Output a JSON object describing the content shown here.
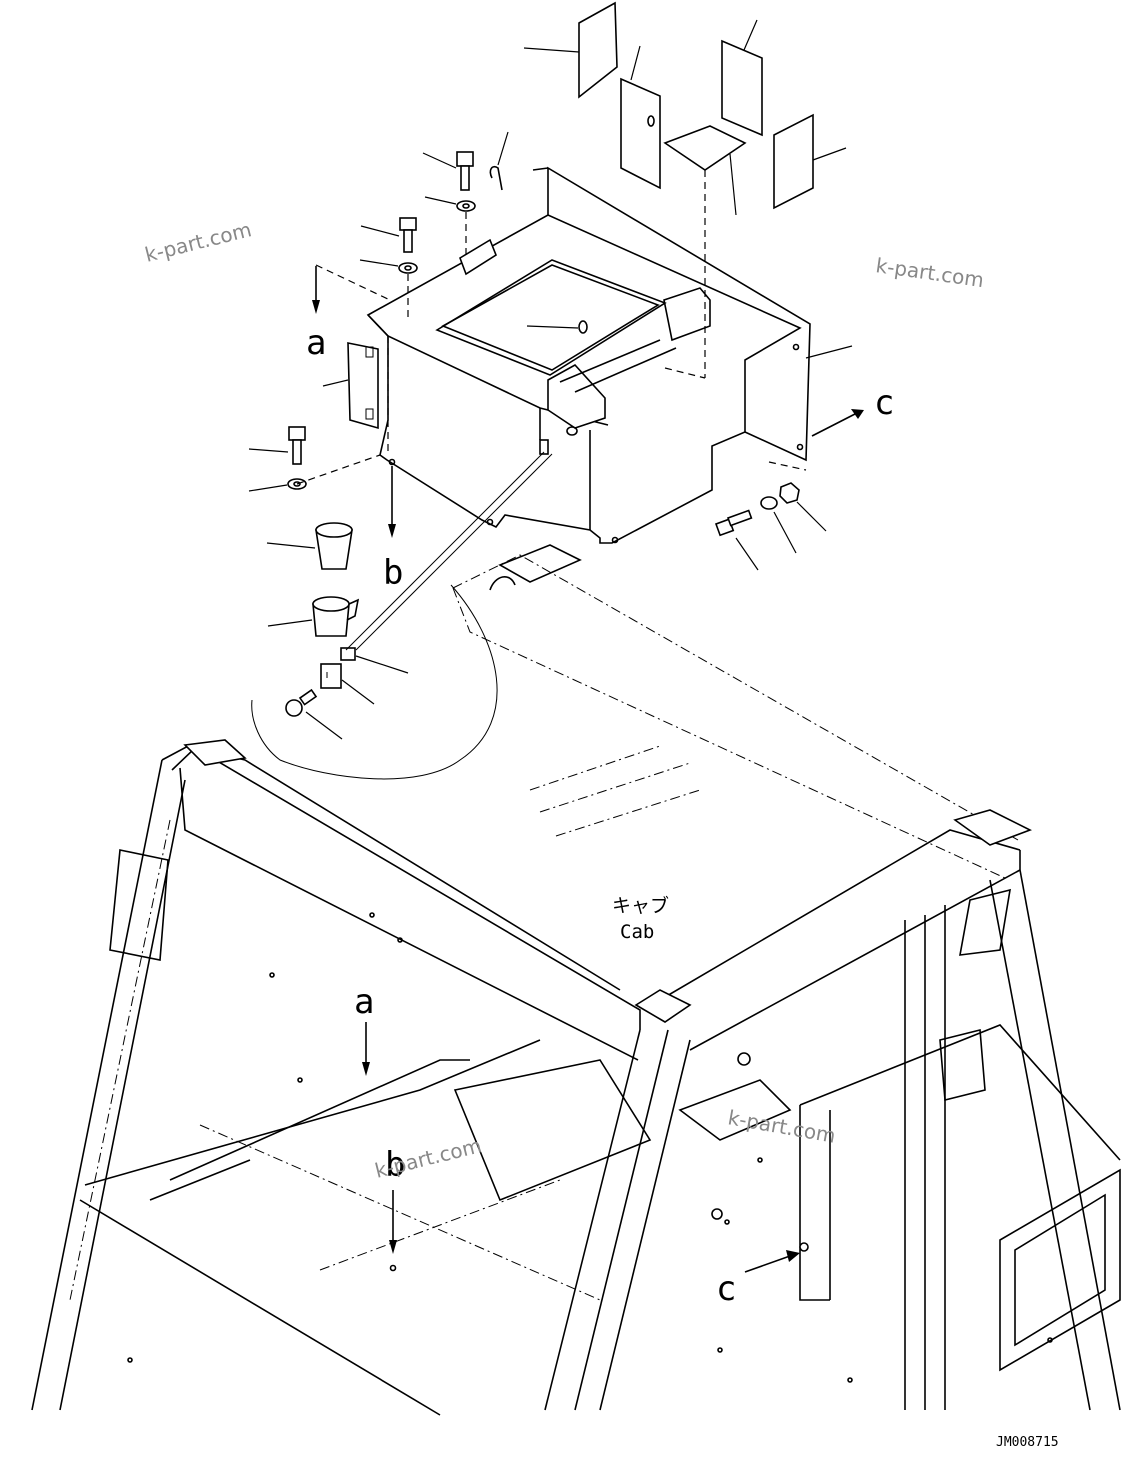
{
  "diagram": {
    "callouts": {
      "a_upper": "a",
      "b_upper": "b",
      "c_upper": "c",
      "a_lower": "a",
      "b_lower": "b",
      "c_lower": "c"
    },
    "cab_label_jp": "キャブ",
    "cab_label_en": "Cab",
    "drawing_code": "JM008715",
    "watermarks": [
      "k-part.com",
      "k-part.com",
      "k-part.com",
      "k-part.com"
    ]
  }
}
